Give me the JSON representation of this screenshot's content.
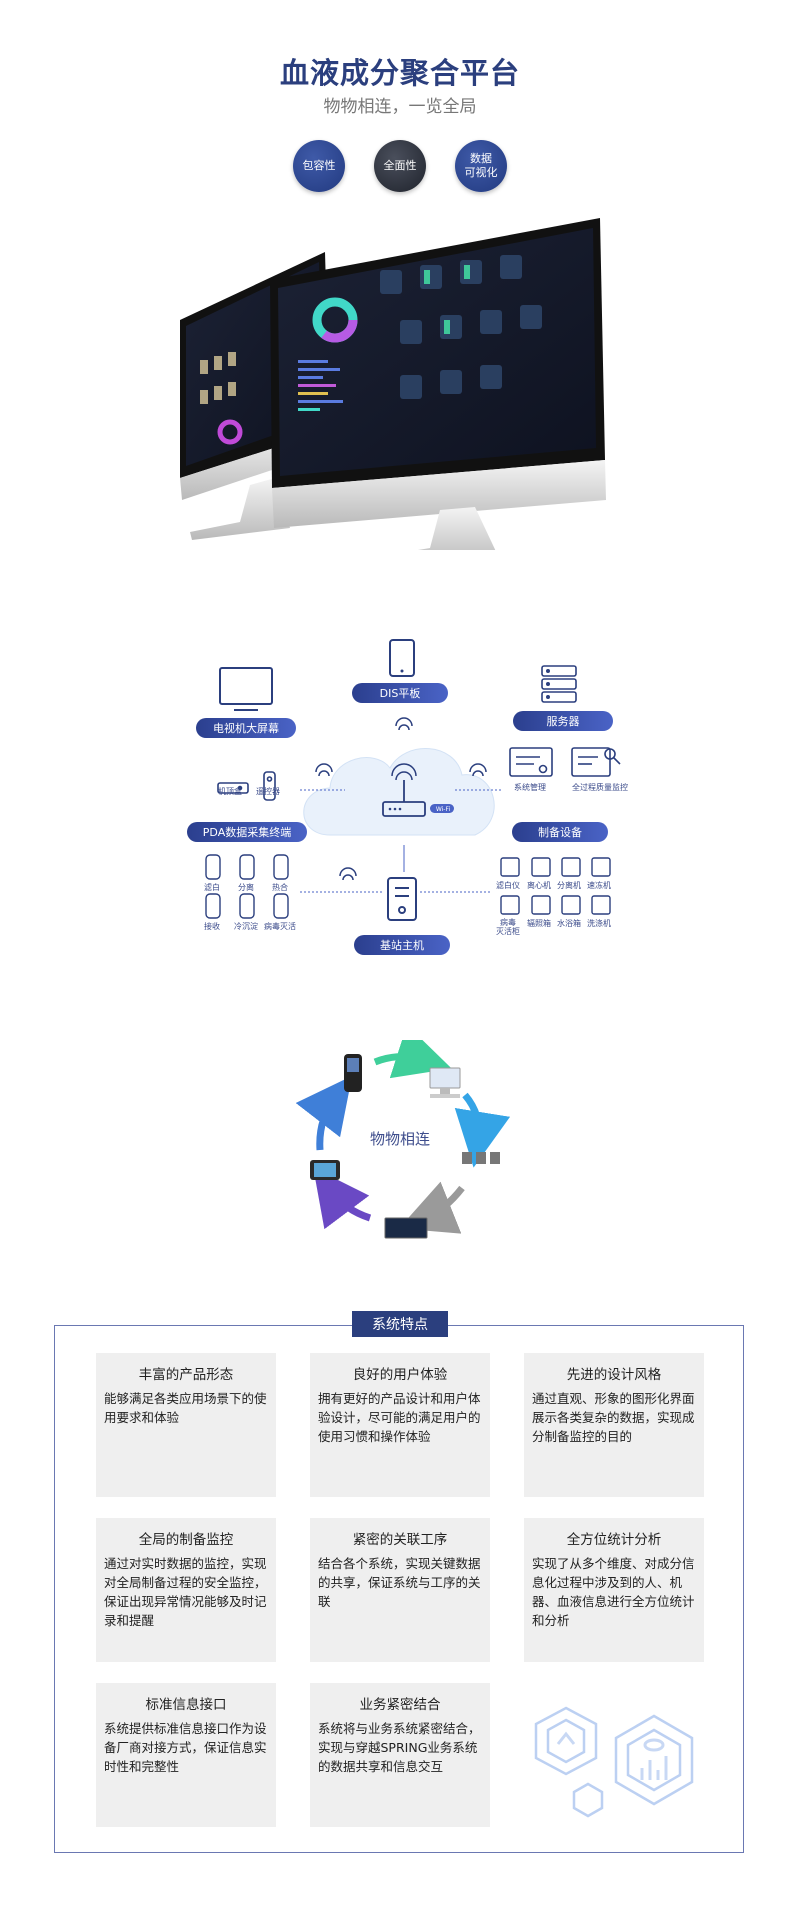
{
  "header": {
    "title": "血液成分聚合平台",
    "subtitle": "物物相连，一览全局",
    "badges": [
      "包容性",
      "全面性",
      "数据\n可视化"
    ]
  },
  "network": {
    "dis_tablet": "DIS平板",
    "tv_screen": "电视机大屏幕",
    "set_top_box": "机顶盒",
    "remote": "遥控器",
    "server": "服务器",
    "system_mgmt": "系统管理",
    "quality_monitor": "全过程质量监控",
    "pda_terminal": "PDA数据采集终端",
    "pda_items": [
      "滤白",
      "分离",
      "热合",
      "接收",
      "冷沉淀",
      "病毒灭活"
    ],
    "prep_equipment": "制备设备",
    "equip_items": [
      "滤白仪",
      "离心机",
      "分离机",
      "速冻机",
      "病毒\n灭活柜",
      "辐照箱",
      "水浴箱",
      "洗涤机"
    ],
    "base_station": "基站主机",
    "wifi_tag": "Wi-Fi"
  },
  "ring": {
    "label": "物物相连"
  },
  "features": {
    "header": "系统特点",
    "cards": [
      {
        "title": "丰富的产品形态",
        "desc": "能够满足各类应用场景下的使用要求和体验"
      },
      {
        "title": "良好的用户体验",
        "desc": "拥有更好的产品设计和用户体验设计，尽可能的满足用户的使用习惯和操作体验"
      },
      {
        "title": "先进的设计风格",
        "desc": "通过直观、形象的图形化界面展示各类复杂的数据，实现成分制备监控的目的"
      },
      {
        "title": "全局的制备监控",
        "desc": "通过对实时数据的监控，实现对全局制备过程的安全监控，保证出现异常情况能够及时记录和提醒"
      },
      {
        "title": "紧密的关联工序",
        "desc": "结合各个系统，实现关键数据的共享，保证系统与工序的关联"
      },
      {
        "title": "全方位统计分析",
        "desc": "实现了从多个维度、对成分信息化过程中涉及到的人、机器、血液信息进行全方位统计和分析"
      },
      {
        "title": "标准信息接口",
        "desc": "系统提供标准信息接口作为设备厂商对接方式，保证信息实时性和完整性"
      },
      {
        "title": "业务紧密结合",
        "desc": "系统将与业务系统紧密结合，实现与穿越SPRING业务系统的数据共享和信息交互"
      }
    ]
  },
  "colors": {
    "brand": "#2b3f7e",
    "accent": "#4a63c6",
    "card_bg": "#efefef"
  }
}
